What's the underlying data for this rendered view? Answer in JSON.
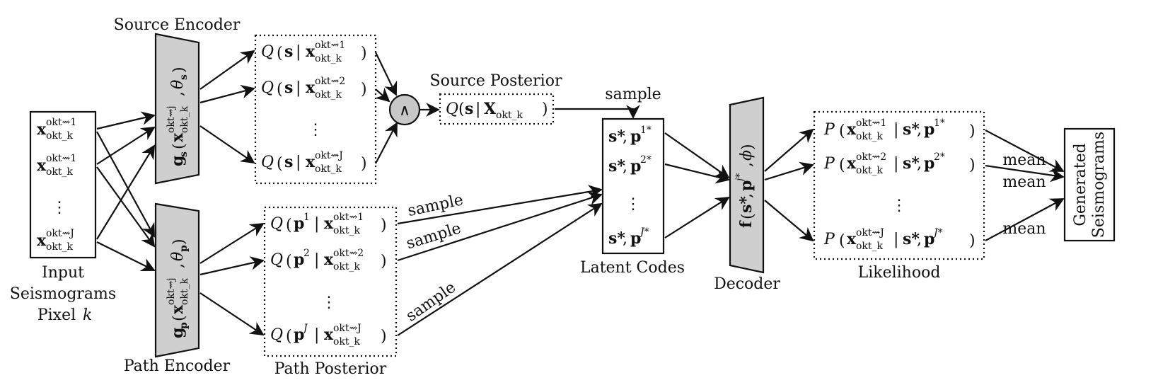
{
  "labels": {
    "source_encoder": "Source Encoder",
    "path_encoder": "Path Encoder",
    "input_line1": "Input",
    "input_line2": "Seismograms",
    "input_line3": "Pixel",
    "input_k": "k",
    "source_posterior": "Source Posterior",
    "path_posterior": "Path Posterior",
    "latent_codes": "Latent Codes",
    "decoder": "Decoder",
    "likelihood": "Likelihood",
    "generated_line1": "Generated",
    "generated_line2": "Seismograms",
    "sample": "sample",
    "mean": "mean",
    "and_symbol": "∧",
    "vdots": "⋮"
  },
  "math": {
    "x_base": "x",
    "sup_1": "okt⇝1",
    "sup_2": "okt⇝2",
    "sup_J": "okt⇝J",
    "sup_j": "okt⇝j",
    "sub_k": "okt_k",
    "Q": "Q",
    "P": "P",
    "s": "s",
    "p": "p",
    "X": "X",
    "g_s": "g",
    "g_s_sub": "s",
    "g_p": "g",
    "g_p_sub": "p",
    "theta_s": "θ",
    "theta_p": "θ",
    "f": "f",
    "phi": "ϕ",
    "s_star": "s*",
    "p_base": "p",
    "p1_sup": "1*",
    "p2_sup": "2*",
    "pJ_sup": "J*",
    "pj_sup": "j*",
    "sup1": "1",
    "sup2": "2",
    "supJ": "J"
  },
  "colors": {
    "stroke": "#111111",
    "encoder_fill": "#cfcfcf",
    "and_fill": "#c8c8c8"
  }
}
